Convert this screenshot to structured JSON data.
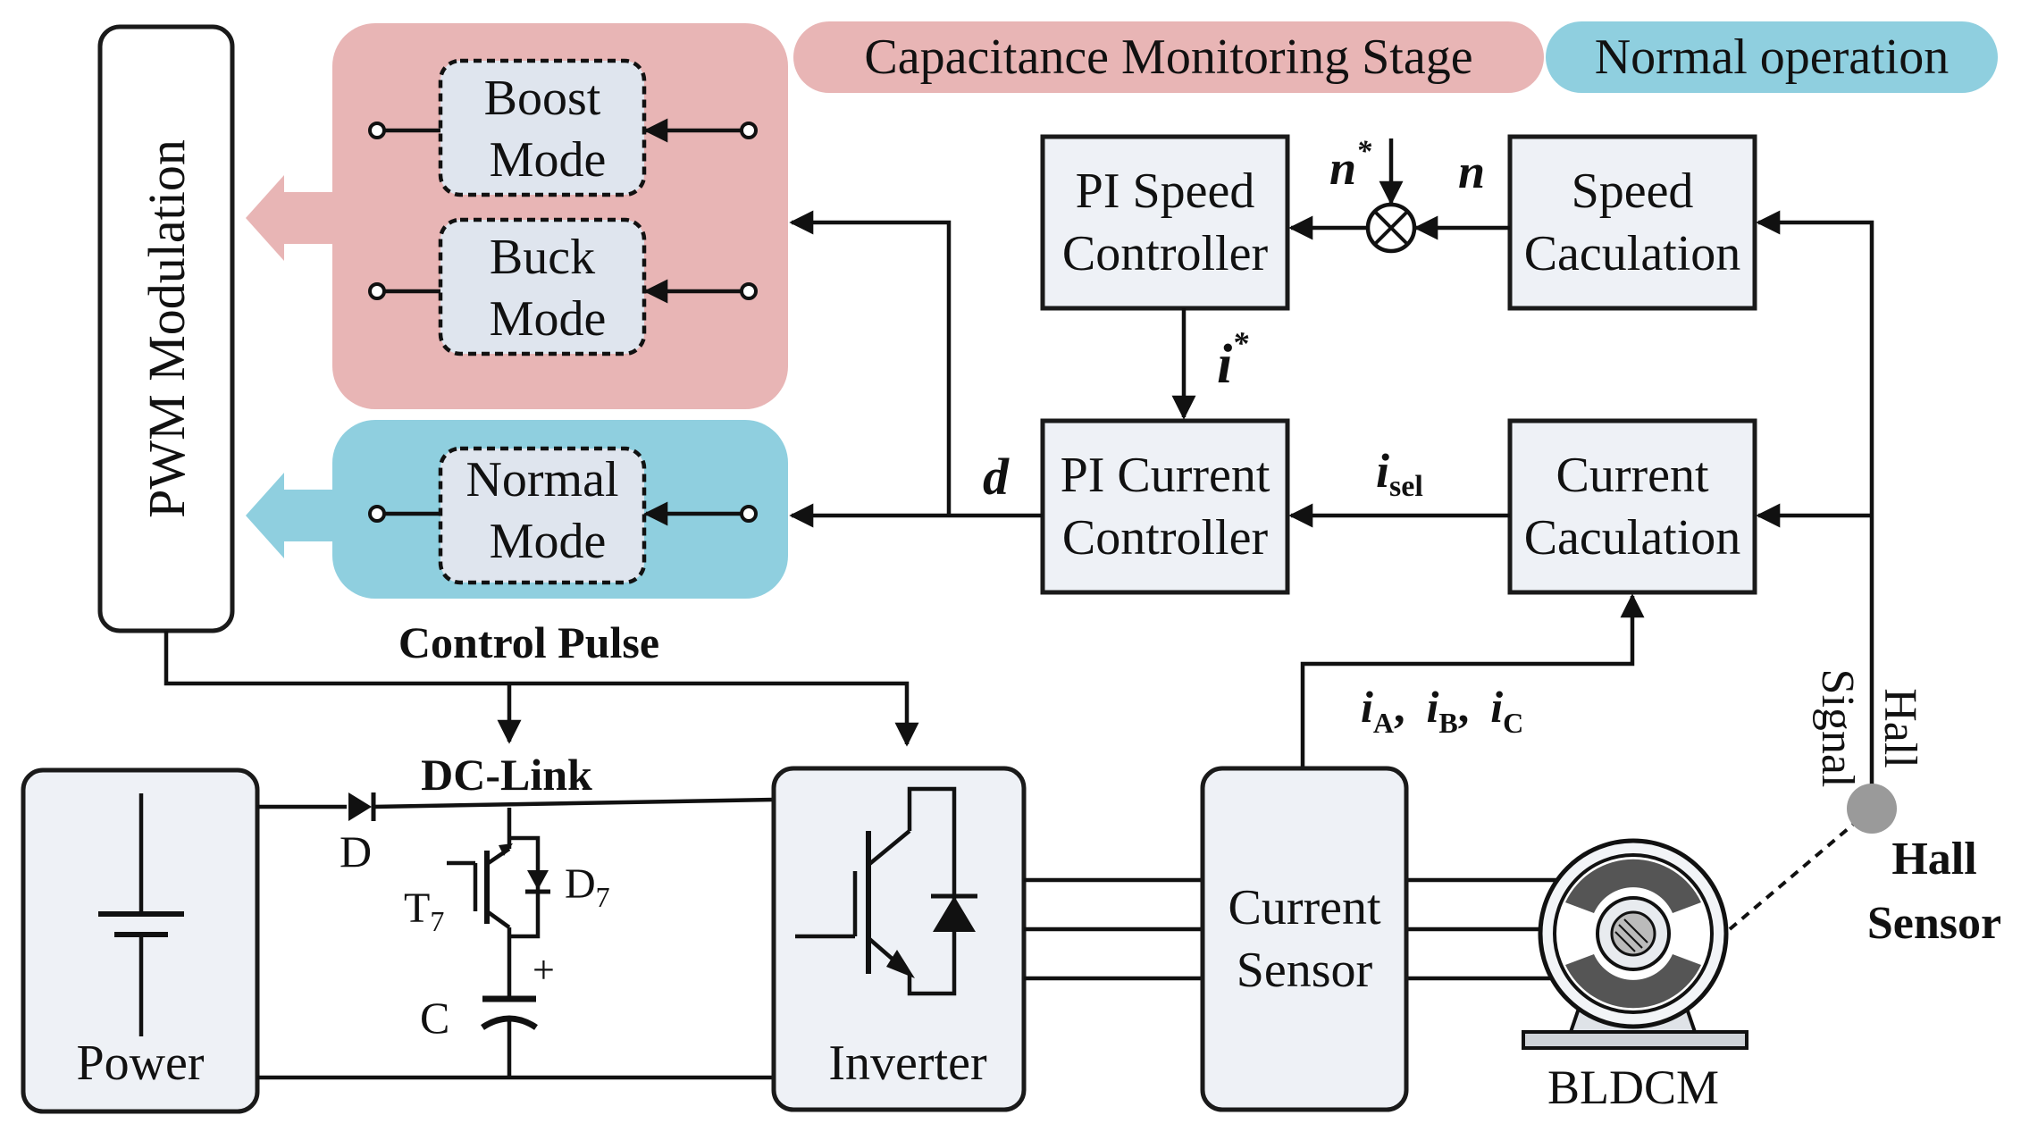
{
  "banners": {
    "capacitance": "Capacitance Monitoring Stage",
    "normal": "Normal operation"
  },
  "pwm": {
    "label": "PWM Modulation"
  },
  "modes": {
    "boost": [
      "Boost",
      "Mode"
    ],
    "buck": [
      "Buck",
      "Mode"
    ],
    "normal": [
      "Normal",
      "Mode"
    ]
  },
  "controllers": {
    "pi_speed": [
      "PI Speed",
      "Controller"
    ],
    "pi_current": [
      "PI Current",
      "Controller"
    ],
    "speed_calc": [
      "Speed",
      "Caculation"
    ],
    "current_calc": [
      "Current",
      "Caculation"
    ]
  },
  "signals": {
    "n_ref": "n",
    "n_ref_sup": "*",
    "n": "n",
    "i_ref": "i",
    "i_ref_sup": "*",
    "i_sel": "i",
    "i_sel_sub": "sel",
    "d": "d",
    "i_a": "i",
    "i_a_sub": "A",
    "i_b": "i",
    "i_b_sub": "B",
    "i_c": "i",
    "i_c_sub": "C",
    "sep": ","
  },
  "labels": {
    "control_pulse": "Control Pulse",
    "dc_link": "DC-Link",
    "hall_signal": [
      "Hall",
      "Signal"
    ],
    "hall_sensor": [
      "Hall",
      "Sensor"
    ],
    "bldcm": "BLDCM"
  },
  "components": {
    "power": "Power",
    "inverter": "Inverter",
    "current_sensor": [
      "Current",
      "Sensor"
    ],
    "diode": "D",
    "switch": "T",
    "switch_sub": "7",
    "switch_diode": "D",
    "switch_diode_sub": "7",
    "capacitor": "C",
    "plus": "+"
  },
  "colors": {
    "capacitance_stage": "#e8b5b5",
    "normal_stage": "#8fcfdf",
    "block_fill": "#eef1f6",
    "hall_sensor_dot": "#9a9a9a"
  }
}
